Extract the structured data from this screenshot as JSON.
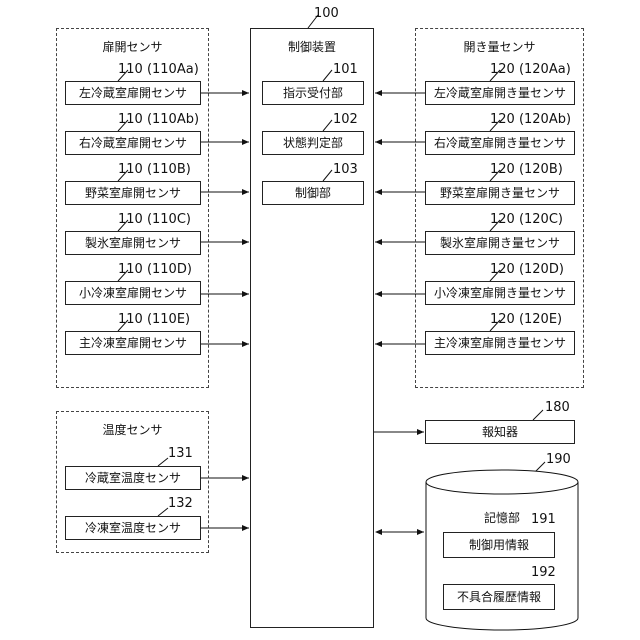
{
  "controller": {
    "ref": "100",
    "title": "制御装置",
    "units": [
      {
        "ref": "101",
        "label": "指示受付部"
      },
      {
        "ref": "102",
        "label": "状態判定部"
      },
      {
        "ref": "103",
        "label": "制御部"
      }
    ]
  },
  "door_sensors": {
    "title": "扉開センサ",
    "items": [
      {
        "ref": "110 (110Aa)",
        "label": "左冷蔵室扉開センサ"
      },
      {
        "ref": "110 (110Ab)",
        "label": "右冷蔵室扉開センサ"
      },
      {
        "ref": "110 (110B)",
        "label": "野菜室扉開センサ"
      },
      {
        "ref": "110 (110C)",
        "label": "製氷室扉開センサ"
      },
      {
        "ref": "110 (110D)",
        "label": "小冷凍室扉開センサ"
      },
      {
        "ref": "110 (110E)",
        "label": "主冷凍室扉開センサ"
      }
    ]
  },
  "opening_sensors": {
    "title": "開き量センサ",
    "items": [
      {
        "ref": "120 (120Aa)",
        "label": "左冷蔵室扉開き量センサ"
      },
      {
        "ref": "120 (120Ab)",
        "label": "右冷蔵室扉開き量センサ"
      },
      {
        "ref": "120 (120B)",
        "label": "野菜室扉開き量センサ"
      },
      {
        "ref": "120 (120C)",
        "label": "製氷室扉開き量センサ"
      },
      {
        "ref": "120 (120D)",
        "label": "小冷凍室扉開き量センサ"
      },
      {
        "ref": "120 (120E)",
        "label": "主冷凍室扉開き量センサ"
      }
    ]
  },
  "temp_sensors": {
    "title": "温度センサ",
    "items": [
      {
        "ref": "131",
        "label": "冷蔵室温度センサ"
      },
      {
        "ref": "132",
        "label": "冷凍室温度センサ"
      }
    ]
  },
  "notifier": {
    "ref": "180",
    "label": "報知器"
  },
  "storage": {
    "ref": "190",
    "title": "記憶部",
    "items": [
      {
        "ref": "191",
        "label": "制御用情報"
      },
      {
        "ref": "192",
        "label": "不具合履歴情報"
      }
    ]
  }
}
